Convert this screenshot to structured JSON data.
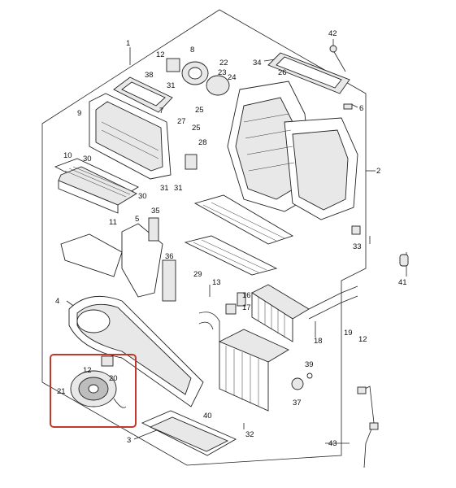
{
  "diagram": {
    "highlight_color": "#c0392b",
    "labels": [
      {
        "id": "1",
        "text": "1"
      },
      {
        "id": "2",
        "text": "2"
      },
      {
        "id": "3",
        "text": "3"
      },
      {
        "id": "4",
        "text": "4"
      },
      {
        "id": "5",
        "text": "5"
      },
      {
        "id": "6",
        "text": "6"
      },
      {
        "id": "7",
        "text": "7"
      },
      {
        "id": "8",
        "text": "8"
      },
      {
        "id": "9",
        "text": "9"
      },
      {
        "id": "10",
        "text": "10"
      },
      {
        "id": "11",
        "text": "11"
      },
      {
        "id": "12a",
        "text": "12"
      },
      {
        "id": "12b",
        "text": "12"
      },
      {
        "id": "12c",
        "text": "12"
      },
      {
        "id": "13",
        "text": "13"
      },
      {
        "id": "16",
        "text": "16"
      },
      {
        "id": "17",
        "text": "17"
      },
      {
        "id": "18",
        "text": "18"
      },
      {
        "id": "19",
        "text": "19"
      },
      {
        "id": "20",
        "text": "20"
      },
      {
        "id": "21",
        "text": "21"
      },
      {
        "id": "22",
        "text": "22"
      },
      {
        "id": "23",
        "text": "23"
      },
      {
        "id": "24",
        "text": "24"
      },
      {
        "id": "25a",
        "text": "25"
      },
      {
        "id": "25b",
        "text": "25"
      },
      {
        "id": "26",
        "text": "26"
      },
      {
        "id": "27",
        "text": "27"
      },
      {
        "id": "28",
        "text": "28"
      },
      {
        "id": "29",
        "text": "29"
      },
      {
        "id": "30a",
        "text": "30"
      },
      {
        "id": "30b",
        "text": "30"
      },
      {
        "id": "31a",
        "text": "31"
      },
      {
        "id": "31b",
        "text": "31"
      },
      {
        "id": "31c",
        "text": "31"
      },
      {
        "id": "32",
        "text": "32"
      },
      {
        "id": "33",
        "text": "33"
      },
      {
        "id": "34",
        "text": "34"
      },
      {
        "id": "35",
        "text": "35"
      },
      {
        "id": "36",
        "text": "36"
      },
      {
        "id": "37",
        "text": "37"
      },
      {
        "id": "38",
        "text": "38"
      },
      {
        "id": "39",
        "text": "39"
      },
      {
        "id": "40",
        "text": "40"
      },
      {
        "id": "41",
        "text": "41"
      },
      {
        "id": "42",
        "text": "42"
      },
      {
        "id": "43",
        "text": "43"
      }
    ]
  }
}
